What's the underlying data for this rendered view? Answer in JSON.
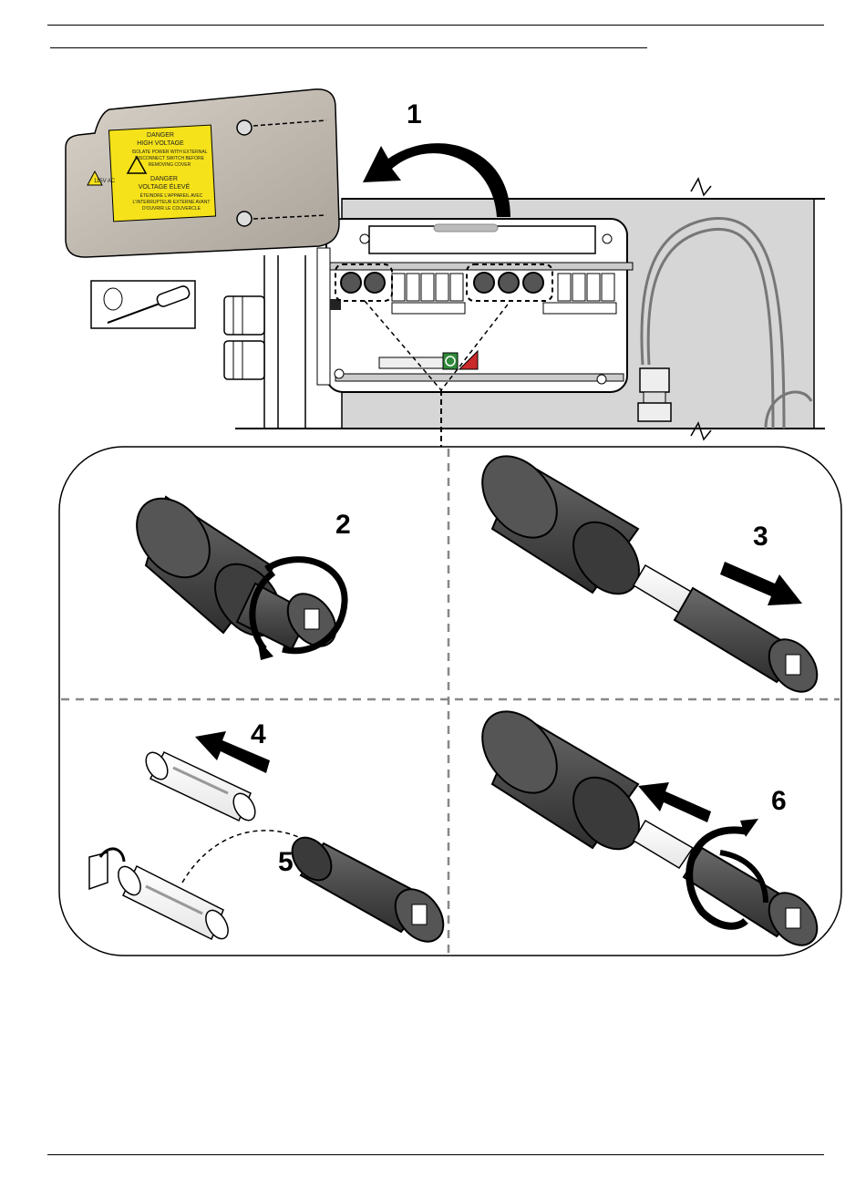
{
  "steps": [
    "1",
    "2",
    "3",
    "4",
    "5",
    "6"
  ],
  "warning_label": {
    "voltage": "115V AC",
    "en_title": "DANGER",
    "en_subtitle": "HIGH VOLTAGE",
    "en_line1": "ISOLATE POWER WITH EXTERNAL",
    "en_line2": "DISCONNECT SWITCH BEFORE",
    "en_line3": "REMOVING COVER",
    "fr_title": "DANGER",
    "fr_subtitle": "VOLTAGE ÉLEVÉ",
    "fr_line1": "ÉTEINDRE L'APPAREIL AVEC",
    "fr_line2": "L'INTERRUPTEUR EXTERNE AVANT",
    "fr_line3": "D'OUVRIR LE COUVERCLE"
  },
  "colors": {
    "warning_yellow": "#f5e21a",
    "cover_grey": "#c9c2b8",
    "fuse_holder": "#4a4a4a",
    "panel_bg": "#d8d8d8",
    "ground_green": "#2f8a3a",
    "relay_red": "#c92a2a"
  },
  "icons": [
    "screwdriver-icon",
    "danger-bolt-icon",
    "rotate-arrow-icon",
    "pull-arrow-icon",
    "push-arrow-icon"
  ]
}
